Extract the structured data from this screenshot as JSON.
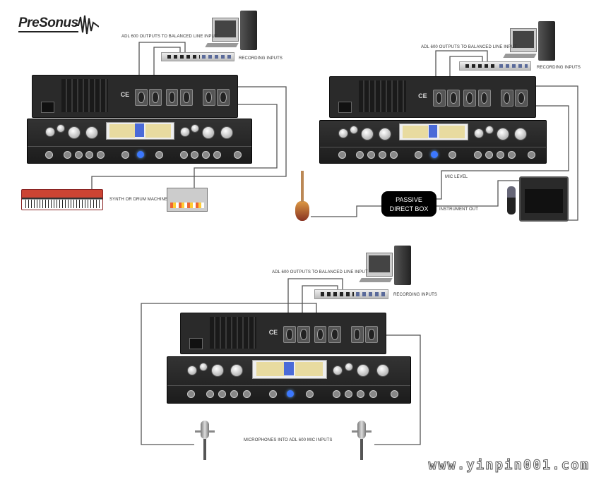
{
  "logo": {
    "text": "PreSonus"
  },
  "setups": [
    {
      "title": "ADL 600 OUTPUTS TO BALANCED LINE INPUT",
      "recording_label": "RECORDING INPUTS",
      "source_label": "SYNTH OR DRUM MACHINE"
    },
    {
      "title": "ADL 600 OUTPUTS TO BALANCED LINE INPUT",
      "recording_label": "RECORDING INPUTS",
      "direct_box": {
        "line1": "PASSIVE",
        "line2": "DIRECT BOX"
      },
      "mic_level_label": "MIC LEVEL",
      "instrument_out_label": "INSTRUMENT OUT"
    },
    {
      "title": "ADL 600 OUTPUTS TO BALANCED LINE INPUT",
      "recording_label": "RECORDING INPUTS",
      "mics_label": "MICROPHONES INTO ADL 600 MIC INPUTS"
    }
  ],
  "watermark": "www.yinpin001.com",
  "colors": {
    "cable": "#555555",
    "panel": "#2a2a2a",
    "power_led": "#3c78ff"
  }
}
